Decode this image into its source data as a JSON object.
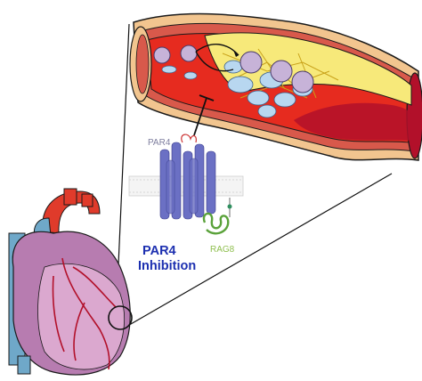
{
  "labels": {
    "par4": "PAR4",
    "rag8": "RAG8",
    "inhibition_line1": "PAR4",
    "inhibition_line2": "Inhibition"
  },
  "colors": {
    "vessel_outer": "#f2c58f",
    "vessel_wall": "#d8594b",
    "vessel_lumen_inner": "#b2102a",
    "plaque": "#f7e97a",
    "blood": "#e62b1f",
    "platelet": "#b8d7f0",
    "protein_par4": "#6b70c4",
    "protein_rag8": "#5aa23a",
    "heart_purple": "#b77cb0",
    "heart_aorta": "#e03b2b",
    "heart_vessel": "#6fa8c9",
    "inhibition_text": "#1c2fb0"
  },
  "icons": {
    "arrow": "arrow-icon",
    "inhibit": "inhibition-bar-icon",
    "magnifier": "zoom-circle-icon"
  }
}
